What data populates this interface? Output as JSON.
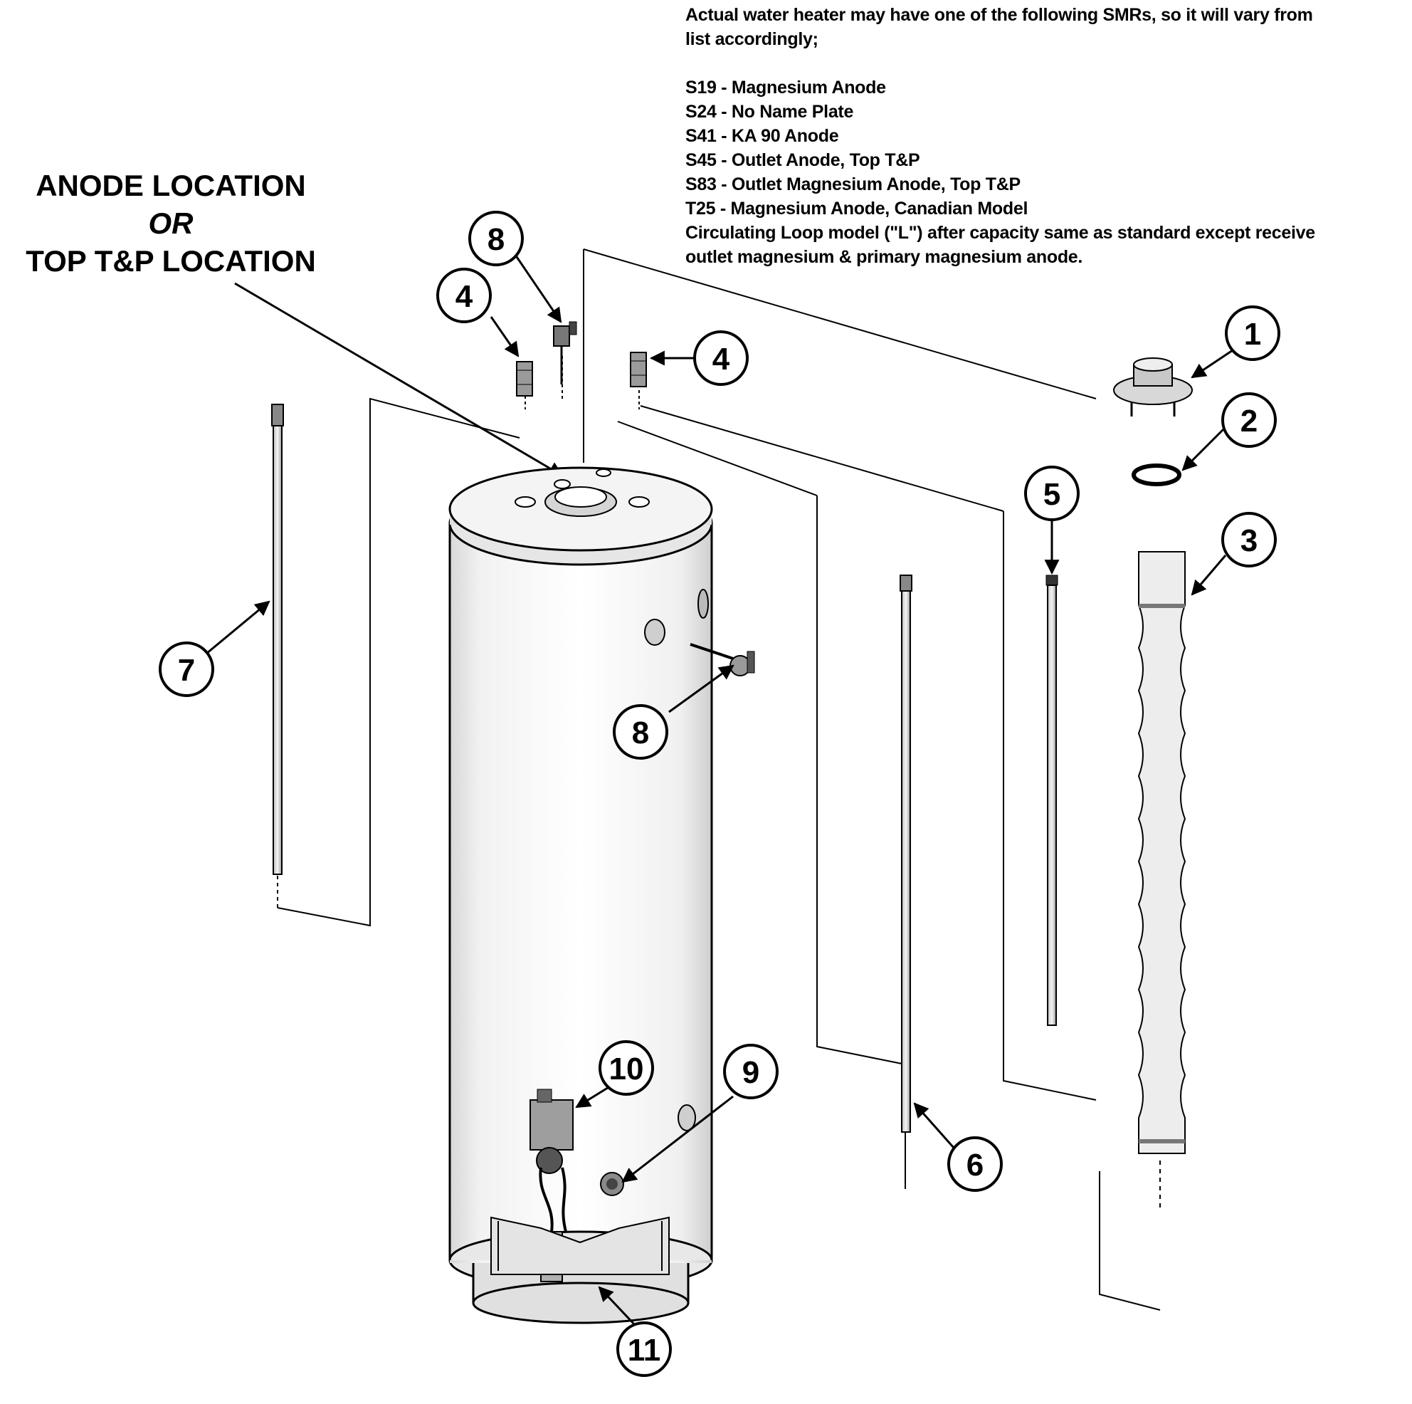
{
  "notes": {
    "intro_line1": "Actual water heater may have one of the following SMRs, so it will vary from",
    "intro_line2": "list accordingly;",
    "smrs": [
      "S19 - Magnesium Anode",
      "S24 - No Name Plate",
      "S41 - KA 90 Anode",
      "S45 - Outlet Anode, Top T&P",
      "S83 - Outlet Magnesium Anode, Top T&P",
      "T25 - Magnesium Anode, Canadian Model"
    ],
    "circ_line1": "Circulating Loop model (\"L\") after capacity same as standard except receive",
    "circ_line2": "outlet magnesium & primary magnesium anode."
  },
  "anode_label": {
    "line1": "ANODE LOCATION",
    "line2": "OR",
    "line3": "TOP T&P LOCATION"
  },
  "callouts": [
    "1",
    "2",
    "3",
    "4",
    "4",
    "5",
    "6",
    "7",
    "8",
    "8",
    "9",
    "10",
    "11"
  ]
}
